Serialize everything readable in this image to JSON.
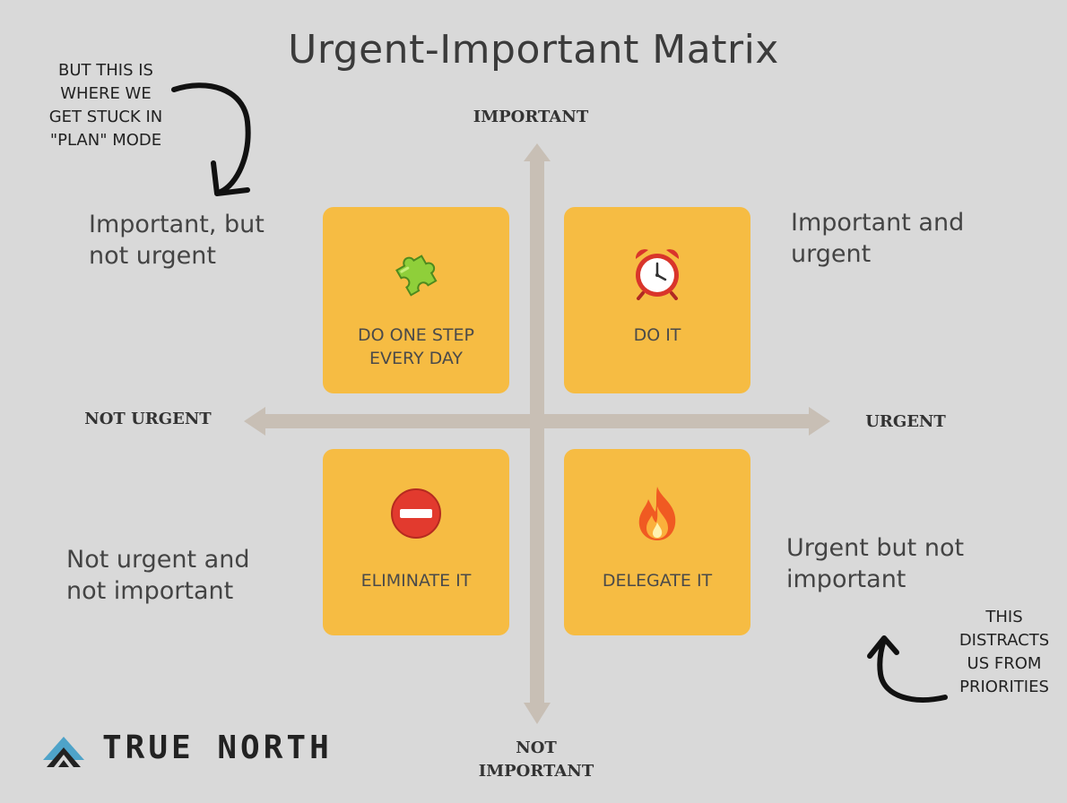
{
  "title": "Urgent-Important Matrix",
  "axes": {
    "top": "IMPORTANT",
    "bottom_line1": "NOT",
    "bottom_line2": "IMPORTANT",
    "left": "NOT URGENT",
    "right": "URGENT"
  },
  "quadrants": {
    "top_left": {
      "icon": "puzzle-piece-icon",
      "line1": "DO ONE STEP",
      "line2": "EVERY DAY"
    },
    "top_right": {
      "icon": "alarm-clock-icon",
      "line1": "DO IT"
    },
    "bottom_left": {
      "icon": "no-entry-icon",
      "line1": "ELIMINATE IT"
    },
    "bottom_right": {
      "icon": "fire-icon",
      "line1": "DELEGATE IT"
    }
  },
  "descriptions": {
    "top_left": [
      "Important, but",
      "not urgent"
    ],
    "top_right": [
      "Important and",
      "urgent"
    ],
    "bottom_left": [
      "Not urgent and",
      "not important"
    ],
    "bottom_right": [
      "Urgent but not",
      "important"
    ]
  },
  "notes": {
    "top": [
      "BUT THIS IS",
      "WHERE WE",
      "GET STUCK IN",
      "\"PLAN\" MODE"
    ],
    "bottom": [
      "THIS",
      "DISTRACTS",
      "US FROM",
      "PRIORITIES"
    ]
  },
  "brand": {
    "name": "TRUE NORTH",
    "logo_icon": "mountain-logo-icon"
  },
  "colors": {
    "background": "#d9d9d9",
    "quadrant": "#f6bc43",
    "axis": "#c8bfb5"
  }
}
